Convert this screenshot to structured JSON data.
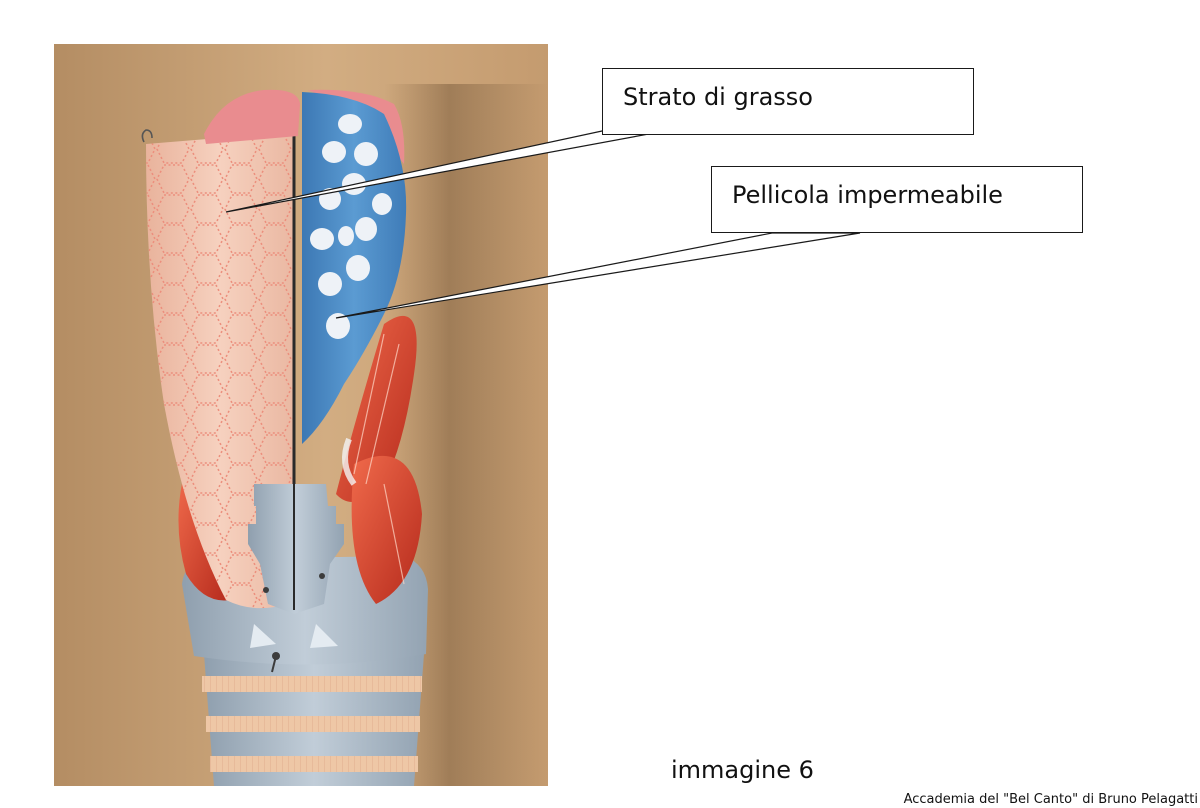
{
  "labels": {
    "fat_layer": "Strato di grasso",
    "waterproof_film": "Pellicola impermeabile"
  },
  "caption": "immagine 6",
  "credit": "Accademia del \"Bel Canto\" di Bruno Pelagatti",
  "colors": {
    "background_wall": "#c9a277",
    "fat_tissue": "#f2c6b4",
    "membrane_blue": "#4f8fc8",
    "muscle_red": "#e0472f",
    "cartilage_gray": "#a9b7c4",
    "callout_border": "#1a1a1a"
  }
}
